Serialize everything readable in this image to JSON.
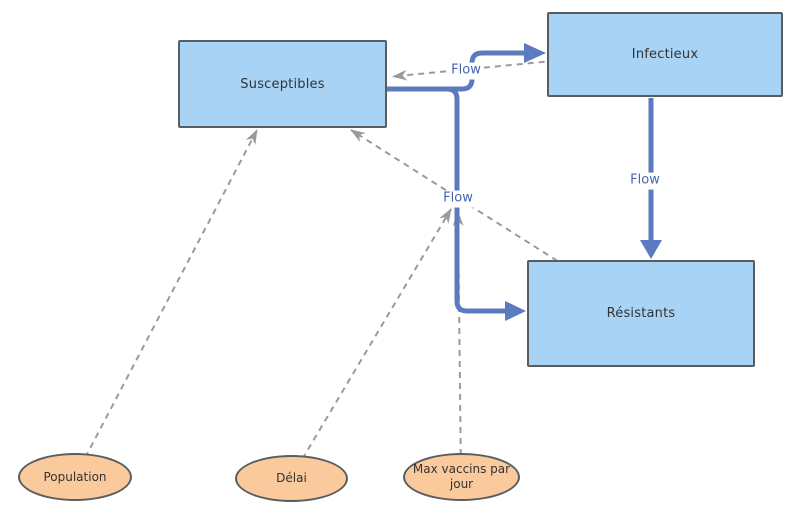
{
  "stocks": {
    "susceptibles": {
      "label": "Susceptibles"
    },
    "infectieux": {
      "label": "Infectieux"
    },
    "resistants": {
      "label": "Résistants"
    }
  },
  "variables": {
    "population": {
      "label": "Population"
    },
    "delai": {
      "label": "Délai"
    },
    "max_vaccins": {
      "label": "Max vaccins par jour"
    }
  },
  "flows": {
    "s_to_i": {
      "label": "Flow"
    },
    "s_to_r": {
      "label": "Flow"
    },
    "i_to_r": {
      "label": "Flow"
    }
  },
  "colors": {
    "canvas_bg": "#FFFFFF",
    "stock_fill": "#A8D3F4",
    "variable_fill": "#FAC99C",
    "node_border": "#5A5D60",
    "node_text": "#333333",
    "flow_stroke": "#5B7ABF",
    "flow_label": "#4466B0",
    "link_stroke": "#9A9A9A"
  }
}
